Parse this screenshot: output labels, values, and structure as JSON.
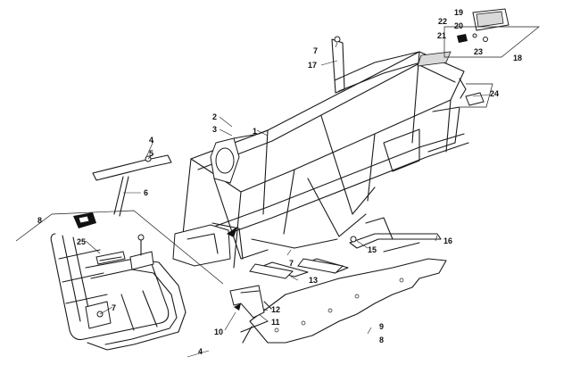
{
  "callouts": [
    "1",
    "2",
    "3",
    "4",
    "5",
    "6",
    "7",
    "8",
    "9",
    "10",
    "11",
    "12",
    "13",
    "15",
    "16",
    "17",
    "18",
    "19",
    "20",
    "21",
    "22",
    "23",
    "24",
    "25"
  ],
  "callouts_repeated": [
    "4",
    "7",
    "7",
    "8"
  ]
}
